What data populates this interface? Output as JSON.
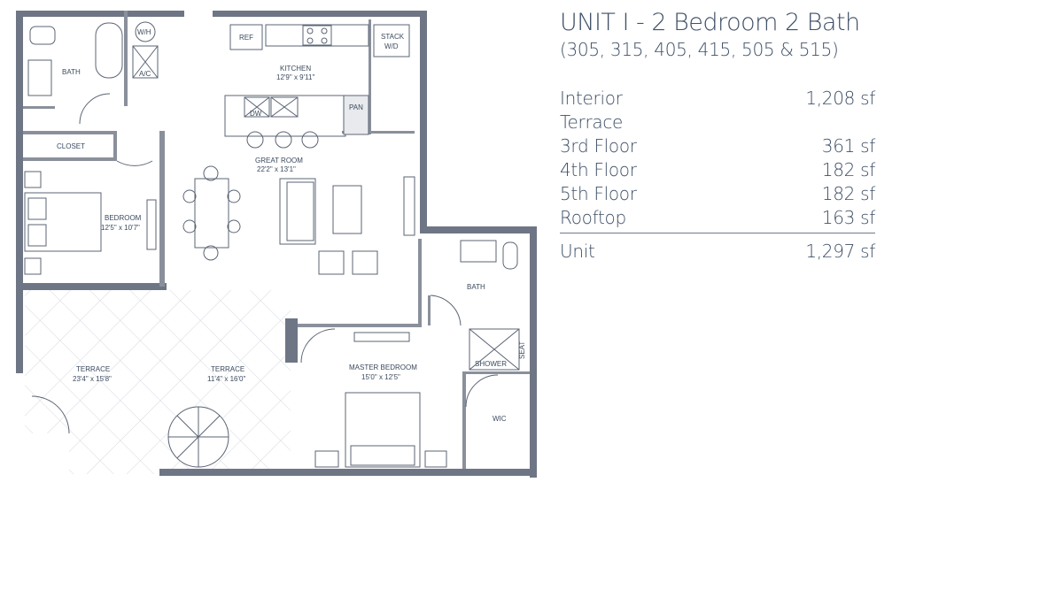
{
  "unit": {
    "title": "UNIT I - 2 Bedroom 2 Bath",
    "units_list": "(305, 315, 405, 415, 505 & 515)"
  },
  "areas": [
    {
      "label": "Interior",
      "value": "1,208 sf"
    },
    {
      "label": "Terrace",
      "value": ""
    },
    {
      "label": "3rd Floor",
      "value": "361 sf"
    },
    {
      "label": "4th Floor",
      "value": "182 sf"
    },
    {
      "label": "5th Floor",
      "value": "182 sf"
    },
    {
      "label": "Rooftop",
      "value": "163 sf"
    }
  ],
  "total": {
    "label": "Unit",
    "value": "1,297 sf"
  },
  "rooms": {
    "bath1": "BATH",
    "wh": "W/H",
    "ac": "A/C",
    "ref": "REF",
    "stack": "STACK",
    "wd": "W/D",
    "kitchen": "KITCHEN",
    "kitchen_dim": "12'9\" x 9'11\"",
    "dw": "DW",
    "pan": "PAN",
    "closet": "CLOSET",
    "great_room": "GREAT ROOM",
    "great_room_dim": "22'2\" x 13'1\"",
    "bedroom": "BEDROOM",
    "bedroom_dim": "12'5\" x 10'7\"",
    "bath2": "BATH",
    "terrace1": "TERRACE",
    "terrace1_dim": "23'4\" x 15'8\"",
    "terrace2": "TERRACE",
    "terrace2_dim": "11'4\" x 16'0\"",
    "master": "MASTER BEDROOM",
    "master_dim": "15'0\" x 12'5\"",
    "shower": "SHOWER",
    "seat": "SEAT",
    "wic": "WIC"
  }
}
